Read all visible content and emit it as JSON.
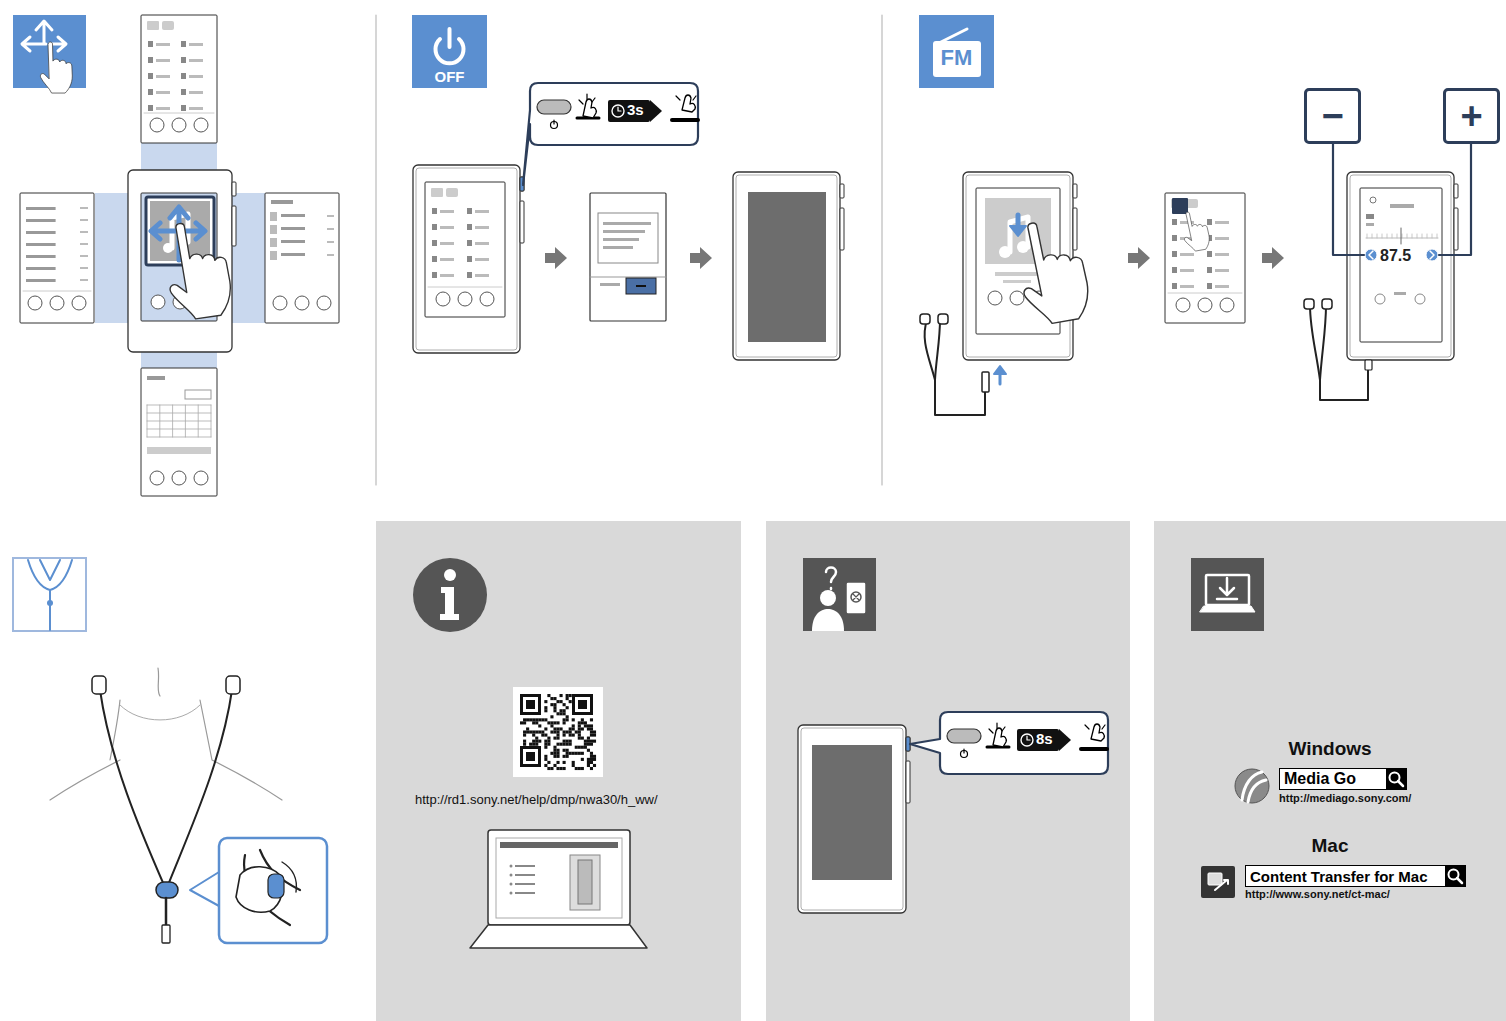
{
  "diagram": {
    "nodes": [
      {
        "text": [
          "OFF"
        ]
      },
      {
        "text": [
          "FM"
        ]
      },
      {
        "text": [
          "−"
        ]
      },
      {
        "text": [
          "+"
        ]
      },
      {
        "text": [
          "Media Go"
        ]
      },
      {
        "text": [
          "Content Transfer for Mac"
        ]
      }
    ],
    "labels": [
      "3s",
      "87.5",
      "http://rd1.sony.net/help/dmp/nwa30/h_ww/",
      "8s",
      "Windows",
      "http://mediago.sony.com/",
      "Mac",
      "http://www.sony.net/ct-mac/"
    ]
  }
}
